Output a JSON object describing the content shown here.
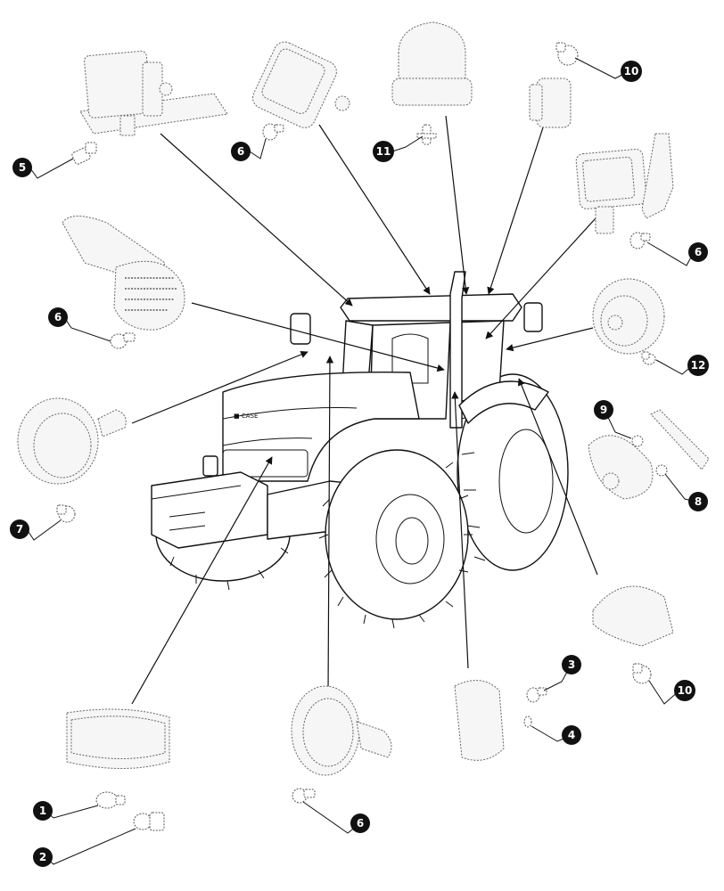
{
  "callouts": [
    {
      "id": "c1",
      "label": "1"
    },
    {
      "id": "c2",
      "label": "2"
    },
    {
      "id": "c3",
      "label": "3"
    },
    {
      "id": "c4",
      "label": "4"
    },
    {
      "id": "c5",
      "label": "5"
    },
    {
      "id": "c6a",
      "label": "6"
    },
    {
      "id": "c6b",
      "label": "6"
    },
    {
      "id": "c6c",
      "label": "6"
    },
    {
      "id": "c6d",
      "label": "6"
    },
    {
      "id": "c7",
      "label": "7"
    },
    {
      "id": "c8",
      "label": "8"
    },
    {
      "id": "c9",
      "label": "9"
    },
    {
      "id": "c10a",
      "label": "10"
    },
    {
      "id": "c10b",
      "label": "10"
    },
    {
      "id": "c11",
      "label": "11"
    },
    {
      "id": "c12",
      "label": "12"
    }
  ],
  "components": [
    "tractor",
    "headlight-assembly",
    "roof-work-light-rear",
    "cab-work-light-front",
    "beacon",
    "switch",
    "mirror-work-light",
    "handrail-work-light",
    "side-lamp",
    "hood-light",
    "rear-light-cluster",
    "tail-lamp",
    "cab-pillar-lamp",
    "round-work-light",
    "side-indicator",
    "light-bar"
  ],
  "colors": {
    "ink": "#111111",
    "fill": "#ffffff",
    "ghost": "#f6f6f6",
    "callout_bg": "#111111",
    "callout_text": "#ffffff"
  }
}
